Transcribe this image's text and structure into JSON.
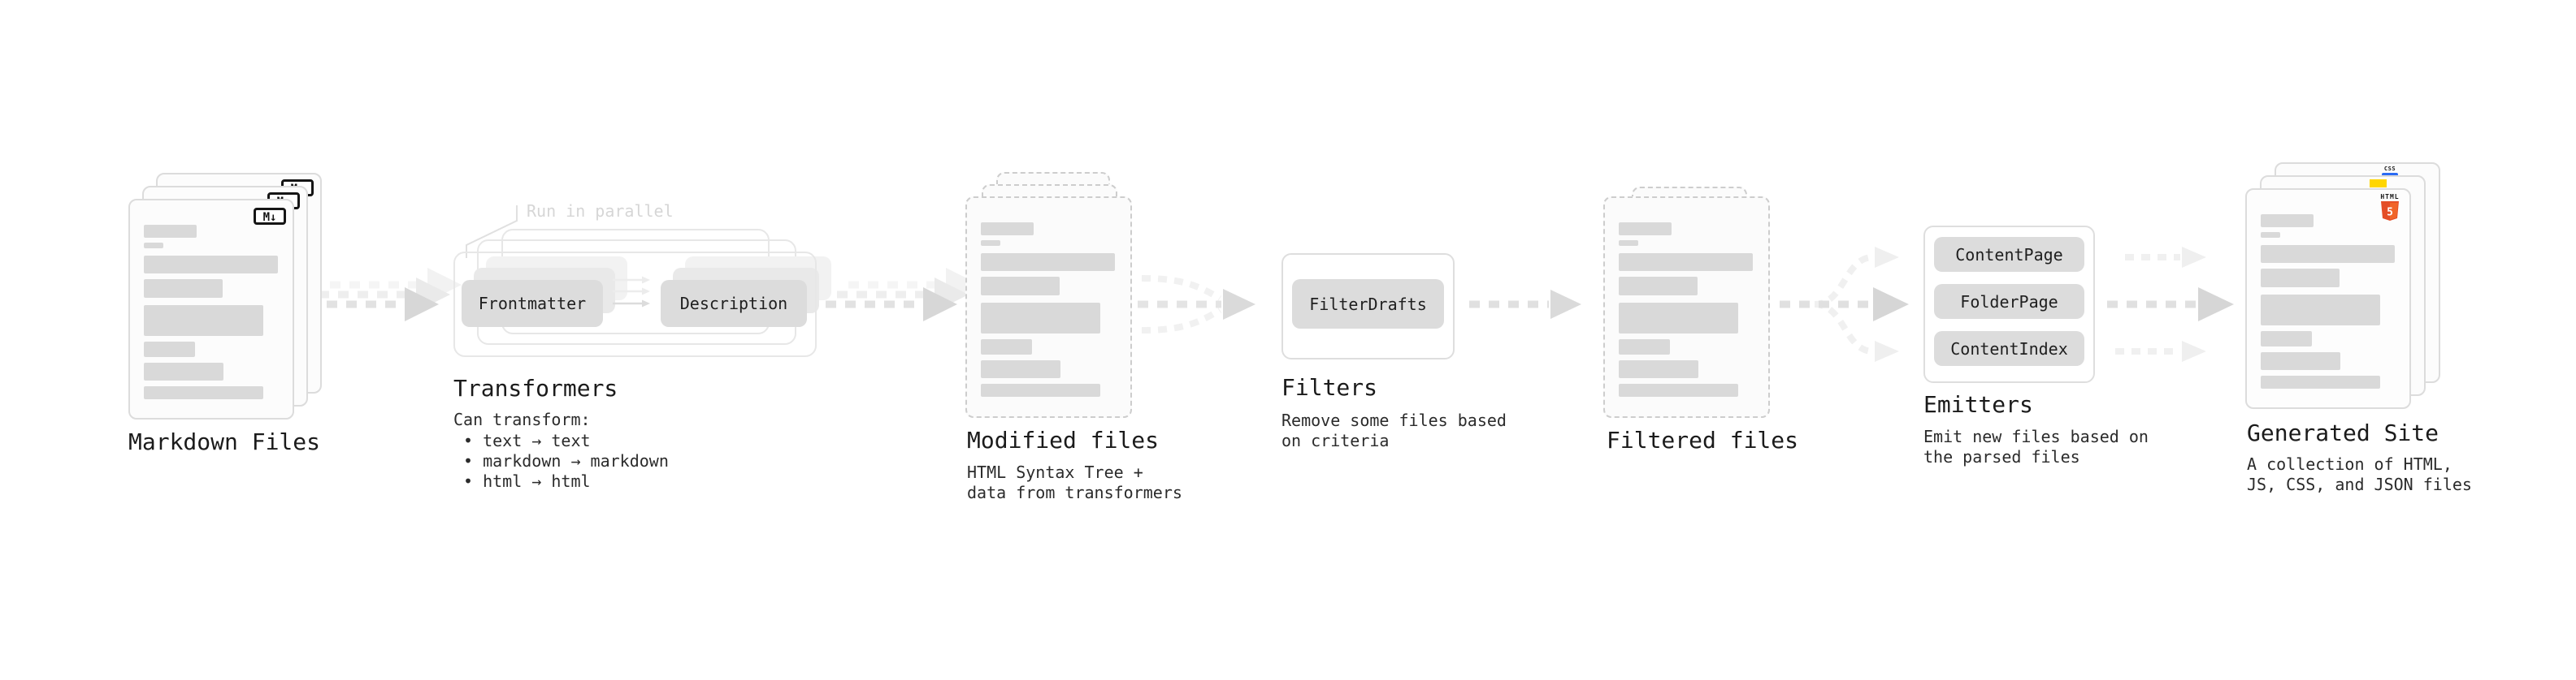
{
  "pipeline": {
    "markdown_files": {
      "label": "Markdown Files",
      "badge": "M↓"
    },
    "transformers": {
      "annotation": "Run in parallel",
      "pill_left": "Frontmatter",
      "pill_right": "Description",
      "label": "Transformers",
      "desc_title": "Can transform:",
      "bullets": [
        "• text → text",
        "• markdown → markdown",
        "• html → html"
      ]
    },
    "modified_files": {
      "label": "Modified files",
      "desc": "HTML Syntax Tree +\ndata from transformers"
    },
    "filters": {
      "pill": "FilterDrafts",
      "label": "Filters",
      "desc": "Remove some files based\non criteria"
    },
    "filtered_files": {
      "label": "Filtered files"
    },
    "emitters": {
      "pills": [
        "ContentPage",
        "FolderPage",
        "ContentIndex"
      ],
      "label": "Emitters",
      "desc": "Emit new files based on\nthe parsed files"
    },
    "generated_site": {
      "label": "Generated Site",
      "desc": "A collection of HTML,\nJS, CSS, and JSON files",
      "badge_html_label": "HTML",
      "badge_html_number": "5",
      "badge_css_label": "CSS"
    }
  },
  "colors": {
    "html5_orange": "#e44d26",
    "html5_orange_light": "#f16529",
    "js_yellow": "#ffd600",
    "css_blue": "#2b6bf3",
    "placeholder_bar_gray": "#d9d9d9",
    "pill_gray": "#dcdcdc"
  }
}
